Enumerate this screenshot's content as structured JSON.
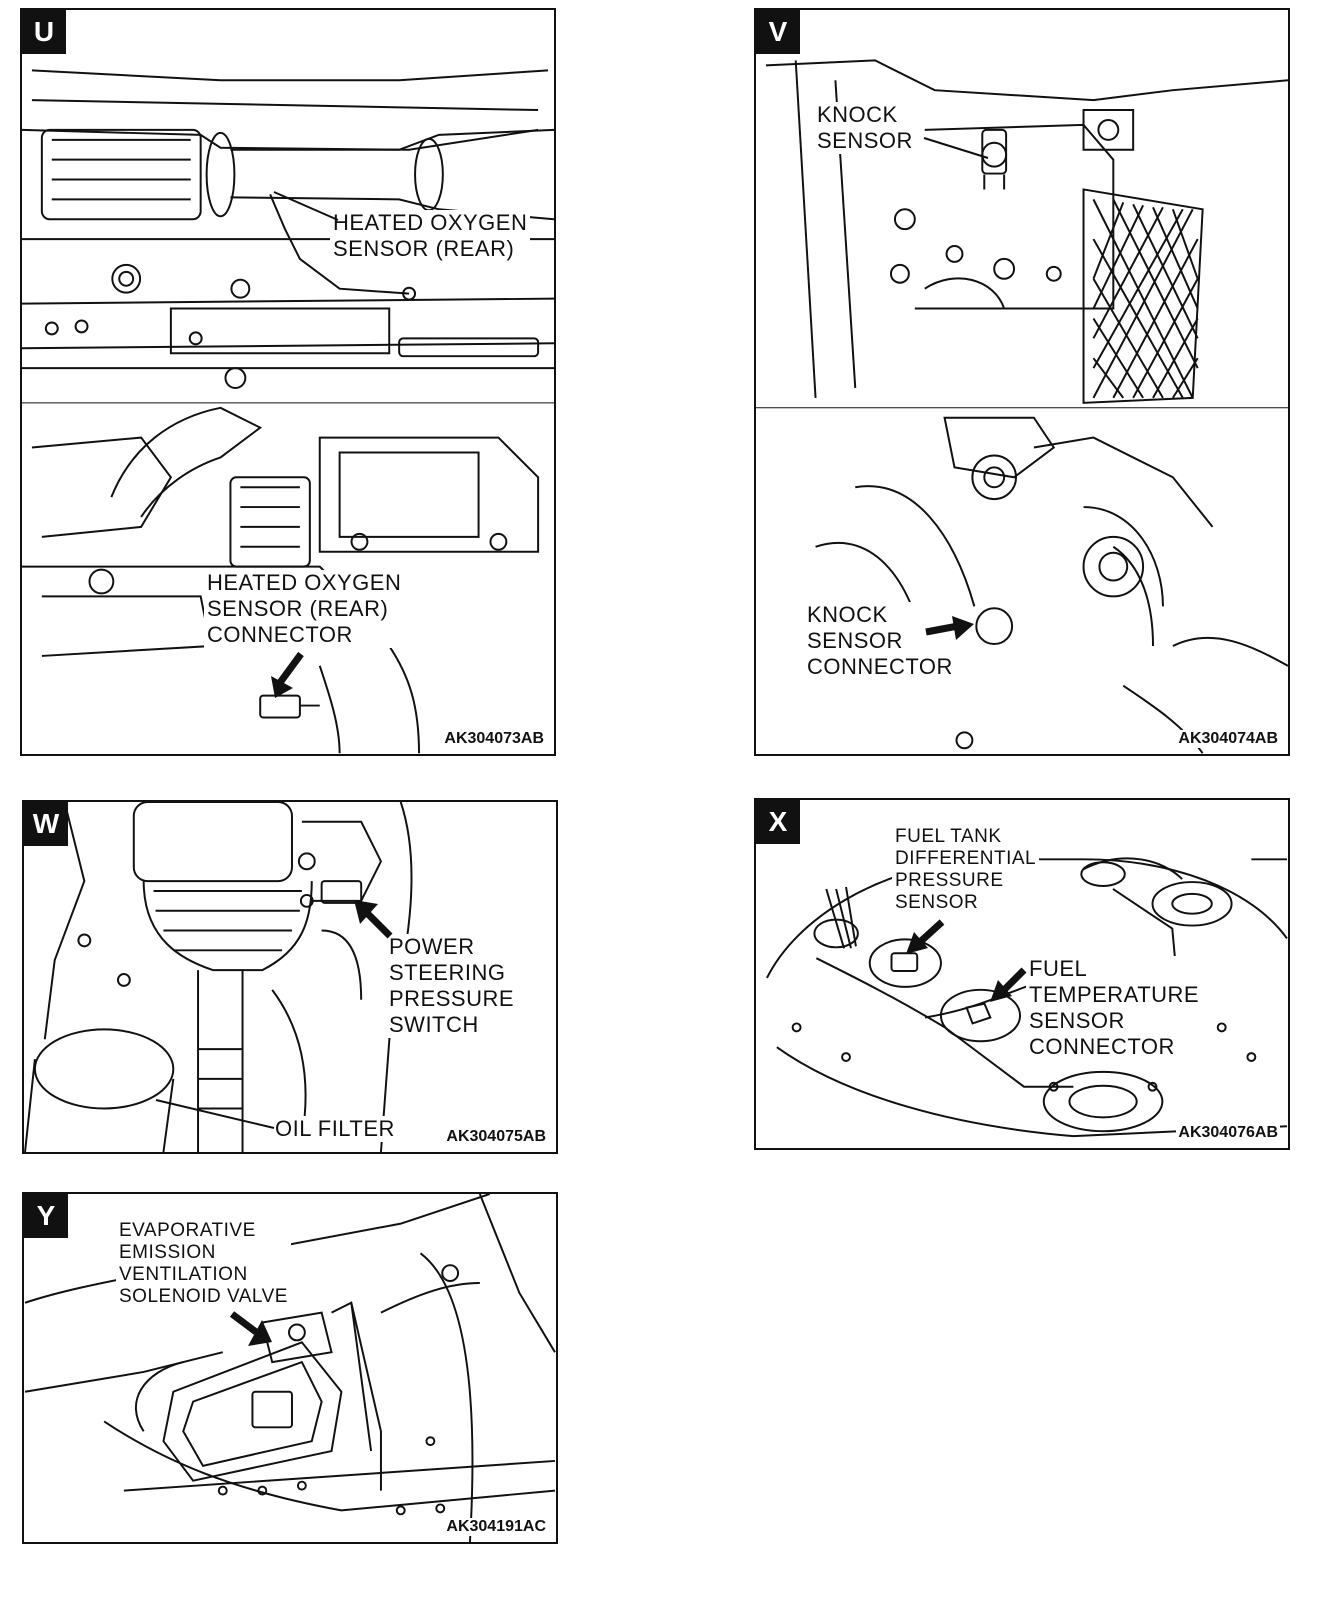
{
  "panels": {
    "u": {
      "letter": "U",
      "labels": {
        "rear_sensor": [
          "HEATED OXYGEN",
          "SENSOR (REAR)"
        ],
        "rear_connector": [
          "HEATED OXYGEN",
          "SENSOR (REAR)",
          "CONNECTOR"
        ]
      },
      "code": "AK304073AB"
    },
    "v": {
      "letter": "V",
      "labels": {
        "knock_sensor": [
          "KNOCK",
          "SENSOR"
        ],
        "knock_connector": [
          "KNOCK",
          "SENSOR",
          "CONNECTOR"
        ]
      },
      "code": "AK304074AB"
    },
    "w": {
      "letter": "W",
      "labels": {
        "ps_switch": [
          "POWER",
          "STEERING",
          "PRESSURE",
          "SWITCH"
        ],
        "oil_filter": [
          "OIL FILTER"
        ]
      },
      "code": "AK304075AB"
    },
    "x": {
      "letter": "X",
      "labels": {
        "fuel_tank_sensor": [
          "FUEL TANK",
          "DIFFERENTIAL",
          "PRESSURE",
          "SENSOR"
        ],
        "fuel_temp": [
          "FUEL",
          "TEMPERATURE",
          "SENSOR",
          "CONNECTOR"
        ]
      },
      "code": "AK304076AB"
    },
    "y": {
      "letter": "Y",
      "labels": {
        "evap_valve": [
          "EVAPORATIVE",
          "EMISSION",
          "VENTILATION",
          "SOLENOID VALVE"
        ]
      },
      "code": "AK304191AC"
    }
  }
}
